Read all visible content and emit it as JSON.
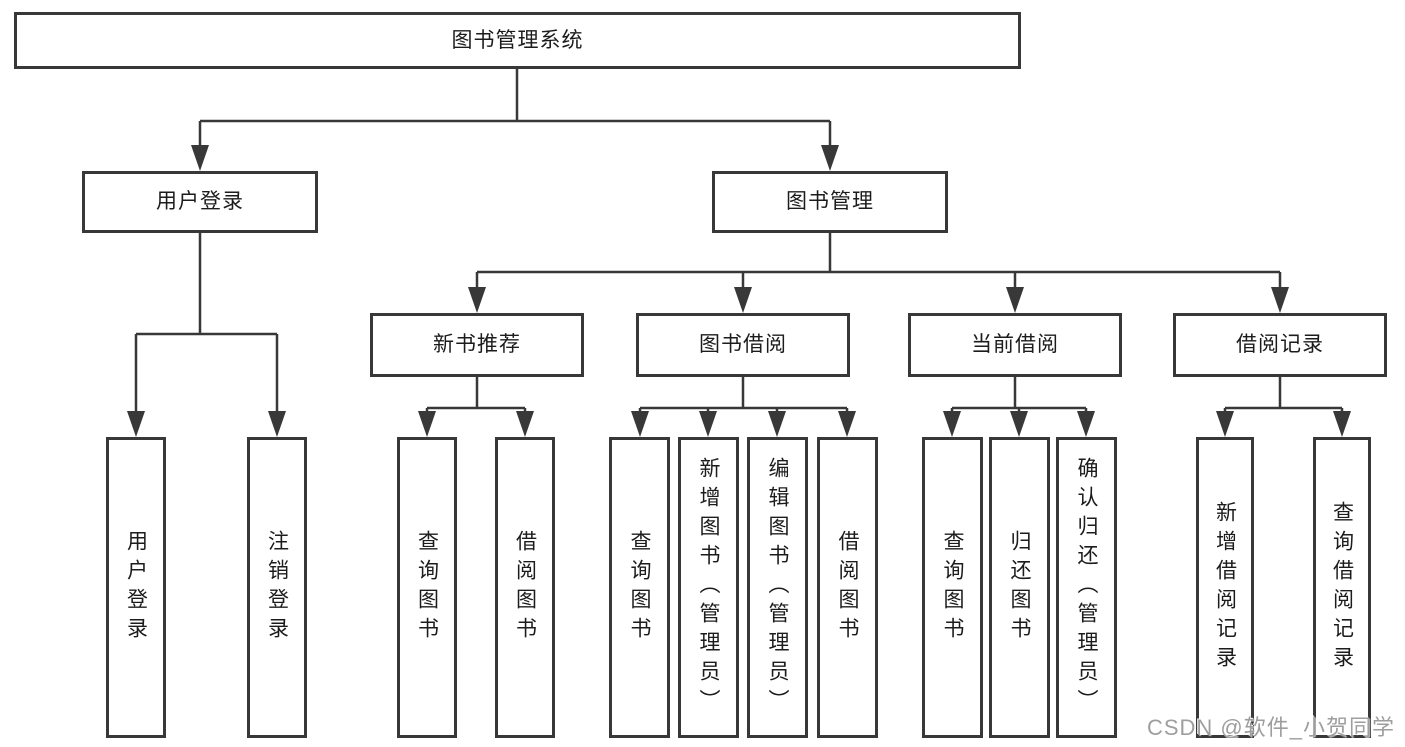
{
  "tree": {
    "label": "图书管理系统",
    "children": [
      {
        "label": "用户登录",
        "children": [
          {
            "label": "用户登录"
          },
          {
            "label": "注销登录"
          }
        ]
      },
      {
        "label": "图书管理",
        "children": [
          {
            "label": "新书推荐",
            "children": [
              {
                "label": "查询图书"
              },
              {
                "label": "借阅图书"
              }
            ]
          },
          {
            "label": "图书借阅",
            "children": [
              {
                "label": "查询图书"
              },
              {
                "label": "新增图书（管理员）"
              },
              {
                "label": "编辑图书（管理员）"
              },
              {
                "label": "借阅图书"
              }
            ]
          },
          {
            "label": "当前借阅",
            "children": [
              {
                "label": "查询图书"
              },
              {
                "label": "归还图书"
              },
              {
                "label": "确认归还（管理员）"
              }
            ]
          },
          {
            "label": "借阅记录",
            "children": [
              {
                "label": "新增借阅记录"
              },
              {
                "label": "查询借阅记录"
              }
            ]
          }
        ]
      }
    ]
  },
  "watermark": {
    "text": "CSDN @软件_小贺同学"
  },
  "colors": {
    "line": "#383838",
    "box_border": "#383838",
    "box_fill": "#ffffff",
    "text": "#1c1c1c",
    "background": "#ffffff",
    "watermark": "#9e9e9e"
  }
}
